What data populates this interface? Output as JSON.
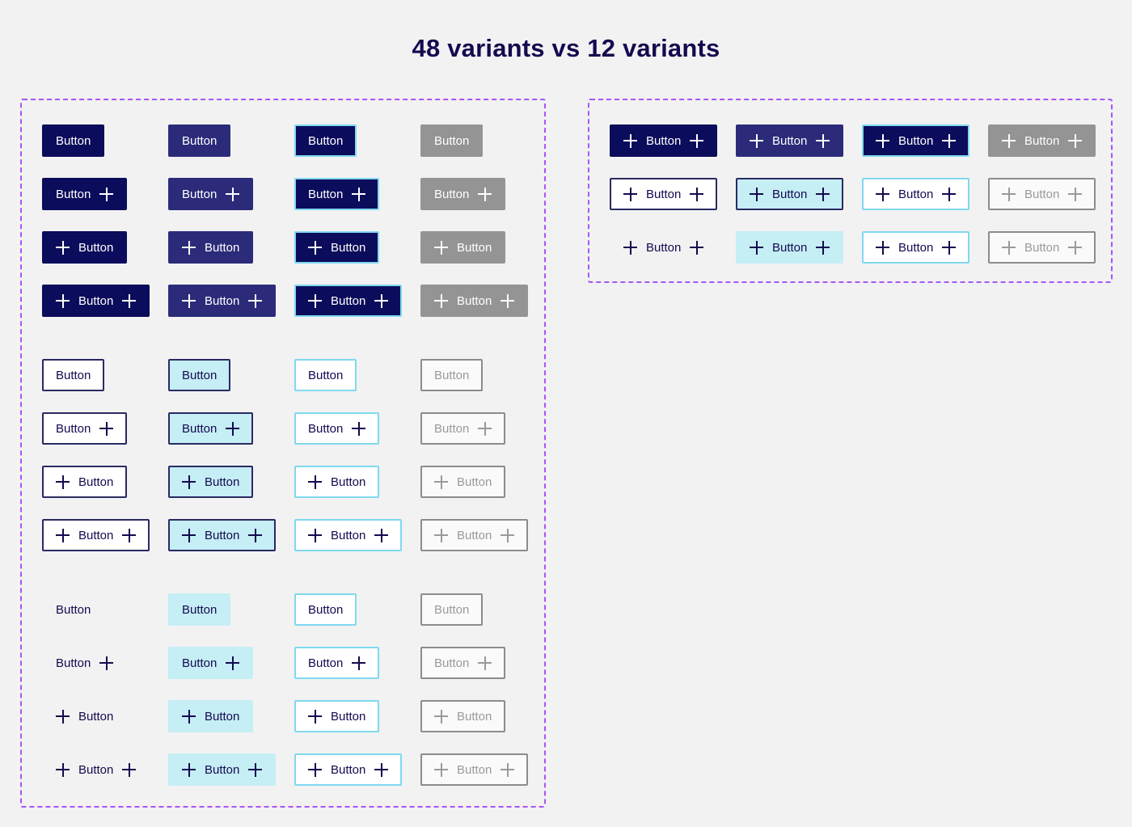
{
  "page": {
    "title": "48 variants vs 12 variants",
    "background": "#f2f2f2",
    "title_color": "#140a4f",
    "panel_border_color": "#a855f7"
  },
  "tokens": {
    "primary_default_bg": "#0c0c5c",
    "primary_hover_bg": "#2b2b7a",
    "focus_border": "#7fd9ef",
    "disabled_bg": "#949494",
    "hover_tint": "#c5eef5",
    "text_navy": "#140a4f",
    "text_disabled": "#9a9a9a",
    "border_navy": "#2a2a63",
    "border_disabled": "#8c8c8c"
  },
  "label": "Button",
  "icon": "plus-icon",
  "states": [
    "default",
    "hover",
    "focus",
    "disabled"
  ],
  "icon_layouts": [
    "none",
    "trailing",
    "leading",
    "both"
  ],
  "panels": [
    {
      "id": "panel-left",
      "name": "48-variants-panel",
      "count": 48,
      "groups": [
        {
          "style": "primary",
          "rows": [
            {
              "icons": "none",
              "buttons": [
                {
                  "state": "default",
                  "label": "Button"
                },
                {
                  "state": "hover",
                  "label": "Button"
                },
                {
                  "state": "focus",
                  "label": "Button"
                },
                {
                  "state": "disabled",
                  "label": "Button"
                }
              ]
            },
            {
              "icons": "trailing",
              "buttons": [
                {
                  "state": "default",
                  "label": "Button"
                },
                {
                  "state": "hover",
                  "label": "Button"
                },
                {
                  "state": "focus",
                  "label": "Button"
                },
                {
                  "state": "disabled",
                  "label": "Button"
                }
              ]
            },
            {
              "icons": "leading",
              "buttons": [
                {
                  "state": "default",
                  "label": "Button"
                },
                {
                  "state": "hover",
                  "label": "Button"
                },
                {
                  "state": "focus",
                  "label": "Button"
                },
                {
                  "state": "disabled",
                  "label": "Button"
                }
              ]
            },
            {
              "icons": "both",
              "buttons": [
                {
                  "state": "default",
                  "label": "Button"
                },
                {
                  "state": "hover",
                  "label": "Button"
                },
                {
                  "state": "focus",
                  "label": "Button"
                },
                {
                  "state": "disabled",
                  "label": "Button"
                }
              ]
            }
          ]
        },
        {
          "style": "secondary",
          "rows": [
            {
              "icons": "none",
              "buttons": [
                {
                  "state": "default",
                  "label": "Button"
                },
                {
                  "state": "hover",
                  "label": "Button"
                },
                {
                  "state": "focus",
                  "label": "Button"
                },
                {
                  "state": "disabled",
                  "label": "Button"
                }
              ]
            },
            {
              "icons": "trailing",
              "buttons": [
                {
                  "state": "default",
                  "label": "Button"
                },
                {
                  "state": "hover",
                  "label": "Button"
                },
                {
                  "state": "focus",
                  "label": "Button"
                },
                {
                  "state": "disabled",
                  "label": "Button"
                }
              ]
            },
            {
              "icons": "leading",
              "buttons": [
                {
                  "state": "default",
                  "label": "Button"
                },
                {
                  "state": "hover",
                  "label": "Button"
                },
                {
                  "state": "focus",
                  "label": "Button"
                },
                {
                  "state": "disabled",
                  "label": "Button"
                }
              ]
            },
            {
              "icons": "both",
              "buttons": [
                {
                  "state": "default",
                  "label": "Button"
                },
                {
                  "state": "hover",
                  "label": "Button"
                },
                {
                  "state": "focus",
                  "label": "Button"
                },
                {
                  "state": "disabled",
                  "label": "Button"
                }
              ]
            }
          ]
        },
        {
          "style": "tertiary",
          "rows": [
            {
              "icons": "none",
              "buttons": [
                {
                  "state": "default",
                  "label": "Button"
                },
                {
                  "state": "hover",
                  "label": "Button"
                },
                {
                  "state": "focus",
                  "label": "Button"
                },
                {
                  "state": "disabled",
                  "label": "Button"
                }
              ]
            },
            {
              "icons": "trailing",
              "buttons": [
                {
                  "state": "default",
                  "label": "Button"
                },
                {
                  "state": "hover",
                  "label": "Button"
                },
                {
                  "state": "focus",
                  "label": "Button"
                },
                {
                  "state": "disabled",
                  "label": "Button"
                }
              ]
            },
            {
              "icons": "leading",
              "buttons": [
                {
                  "state": "default",
                  "label": "Button"
                },
                {
                  "state": "hover",
                  "label": "Button"
                },
                {
                  "state": "focus",
                  "label": "Button"
                },
                {
                  "state": "disabled",
                  "label": "Button"
                }
              ]
            },
            {
              "icons": "both",
              "buttons": [
                {
                  "state": "default",
                  "label": "Button"
                },
                {
                  "state": "hover",
                  "label": "Button"
                },
                {
                  "state": "focus",
                  "label": "Button"
                },
                {
                  "state": "disabled",
                  "label": "Button"
                }
              ]
            }
          ]
        }
      ]
    },
    {
      "id": "panel-right",
      "name": "12-variants-panel",
      "count": 12,
      "groups": [
        {
          "style": "primary",
          "rows": [
            {
              "icons": "both",
              "buttons": [
                {
                  "state": "default",
                  "label": "Button"
                },
                {
                  "state": "hover",
                  "label": "Button"
                },
                {
                  "state": "focus",
                  "label": "Button"
                },
                {
                  "state": "disabled",
                  "label": "Button"
                }
              ]
            }
          ]
        },
        {
          "style": "secondary",
          "rows": [
            {
              "icons": "both",
              "buttons": [
                {
                  "state": "default",
                  "label": "Button"
                },
                {
                  "state": "hover",
                  "label": "Button"
                },
                {
                  "state": "focus",
                  "label": "Button"
                },
                {
                  "state": "disabled",
                  "label": "Button"
                }
              ]
            }
          ]
        },
        {
          "style": "tertiary",
          "rows": [
            {
              "icons": "both",
              "buttons": [
                {
                  "state": "default",
                  "label": "Button"
                },
                {
                  "state": "hover",
                  "label": "Button"
                },
                {
                  "state": "focus",
                  "label": "Button"
                },
                {
                  "state": "disabled",
                  "label": "Button"
                }
              ]
            }
          ]
        }
      ]
    }
  ]
}
